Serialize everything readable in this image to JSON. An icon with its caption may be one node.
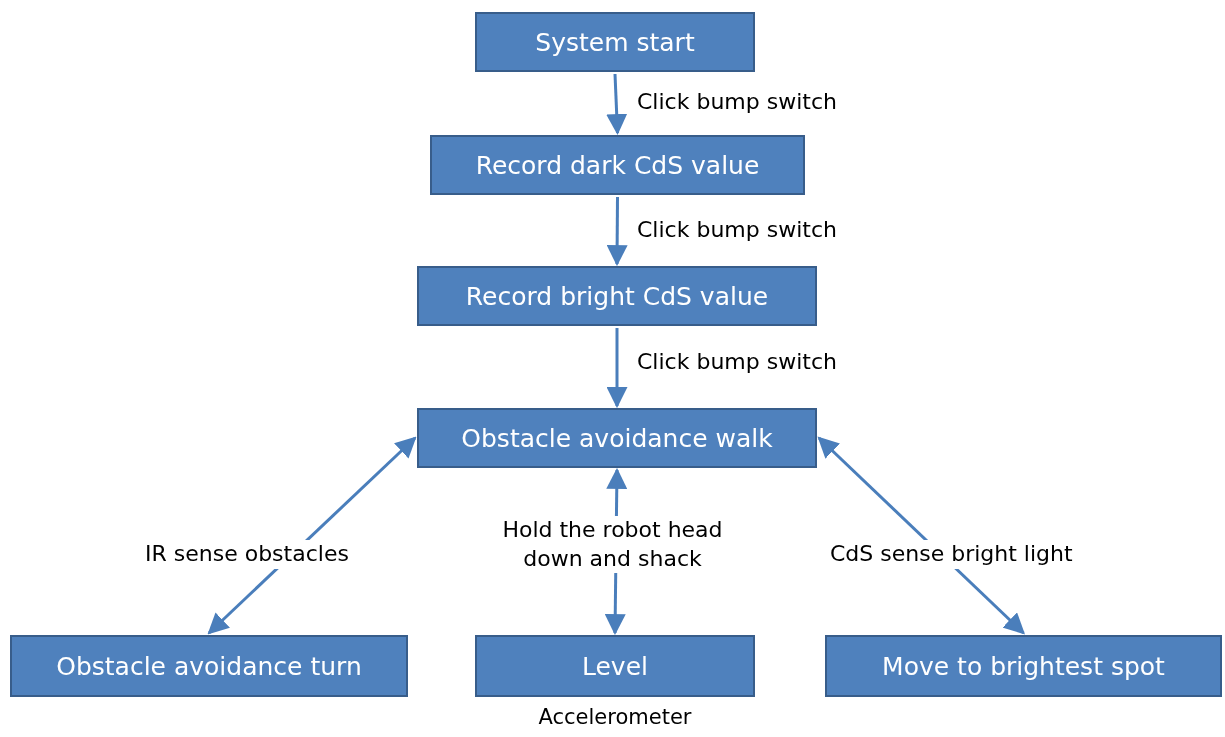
{
  "diagram": {
    "nodes": [
      {
        "text": [
          "System start"
        ]
      },
      {
        "text": [
          "Record dark CdS value"
        ]
      },
      {
        "text": [
          "Record bright CdS value"
        ]
      },
      {
        "text": [
          "Obstacle avoidance walk"
        ]
      },
      {
        "text": [
          "Obstacle avoidance turn"
        ]
      },
      {
        "text": [
          "Level"
        ],
        "beside": [
          "Accelerometer"
        ]
      },
      {
        "text": [
          "Move to brightest spot"
        ]
      }
    ],
    "edges": [
      {
        "from": 0,
        "to": 1,
        "arrow": "to",
        "label": "Click bump switch"
      },
      {
        "from": 1,
        "to": 2,
        "arrow": "to",
        "label": "Click bump switch"
      },
      {
        "from": 2,
        "to": 3,
        "arrow": "to",
        "label": "Click bump switch"
      },
      {
        "from": 3,
        "to": 4,
        "arrow": "both",
        "label": "IR sense obstacles"
      },
      {
        "from": 3,
        "to": 5,
        "arrow": "both",
        "label": "Hold the robot head down and shack"
      },
      {
        "from": 3,
        "to": 6,
        "arrow": "both",
        "label": "CdS sense bright light"
      }
    ]
  }
}
